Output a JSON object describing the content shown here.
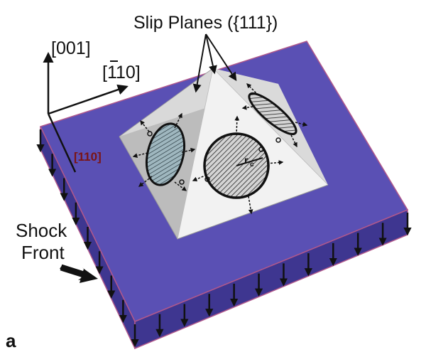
{
  "labels": {
    "slip_planes": "Slip Planes ({111})",
    "axis_001": "[001]",
    "axis_110bar": "[110]",
    "axis_110bar_overbar_digit": "1",
    "axis_110": "[110]",
    "radius": "r",
    "radius_sub": "c",
    "shock": "Shock",
    "front": "Front",
    "panel": "a"
  },
  "colors": {
    "slab_top": "#5a50b4",
    "slab_side": "#3e3690",
    "slab_edge": "#b0588c",
    "pyramid_light": "#f2f2f2",
    "pyramid_mid": "#dadada",
    "pyramid_dark": "#bcbcbc",
    "loop_fill": "#9fb7bf"
  }
}
